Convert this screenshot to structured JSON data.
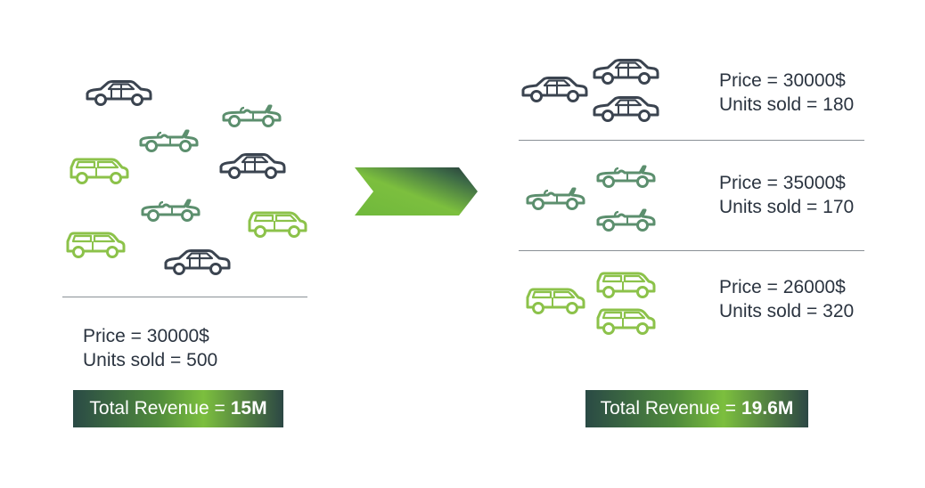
{
  "colors": {
    "dark": "#3b4450",
    "mid_green": "#5c8f6e",
    "light_green": "#8cc24a"
  },
  "icons": {
    "sedan": "sedan-car-icon",
    "convertible": "convertible-car-icon",
    "suv": "suv-car-icon"
  },
  "before": {
    "price_text": "Price = 30000$",
    "units_text": "Units sold = 500",
    "revenue_label": "Total Revenue =",
    "revenue_value": "15M"
  },
  "after": {
    "segments": [
      {
        "price_text": "Price = 30000$",
        "units_text": "Units sold = 180"
      },
      {
        "price_text": "Price = 35000$",
        "units_text": "Units sold = 170"
      },
      {
        "price_text": "Price = 26000$",
        "units_text": "Units sold = 320"
      }
    ],
    "revenue_label": "Total Revenue =",
    "revenue_value": "19.6M"
  }
}
